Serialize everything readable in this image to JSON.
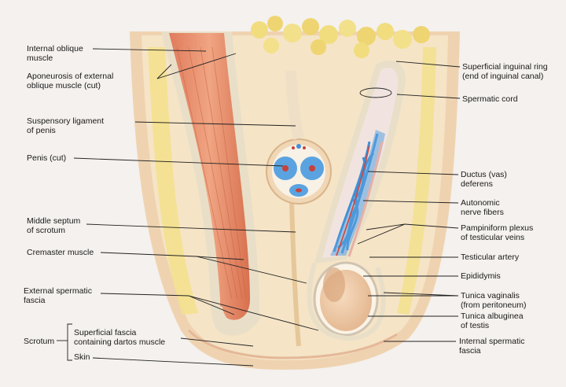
{
  "labels": {
    "internal_oblique": "Internal oblique\nmuscle",
    "aponeurosis": "Aponeurosis of external\noblique muscle (cut)",
    "suspensory": "Suspensory ligament\nof penis",
    "penis": "Penis (cut)",
    "middle_septum": "Middle septum\nof scrotum",
    "cremaster": "Cremaster muscle",
    "ext_spermatic": "External spermatic\nfascia",
    "scrotum": "Scrotum",
    "superficial_fascia": "Superficial fascia\ncontaining dartos muscle",
    "skin": "Skin",
    "superficial_ring": "Superficial inguinal ring\n(end of inguinal canal)",
    "spermatic_cord": "Spermatic cord",
    "ductus": "Ductus (vas)\ndeferens",
    "autonomic": "Autonomic\nnerve fibers",
    "pampiniform": "Pampiniform plexus\nof testicular veins",
    "testicular_artery": "Testicular artery",
    "epididymis": "Epididymis",
    "tunica_vaginalis": "Tunica vaginalis\n(from peritoneum)",
    "tunica_albuginea": "Tunica albuginea\nof testis",
    "int_spermatic": "Internal spermatic\nfascia"
  },
  "colors": {
    "skin": "#f2d9b8",
    "fat": "#f3e08a",
    "muscle": "#e58b6a",
    "vein": "#3f8fd8",
    "artery": "#d2453a",
    "fascia": "#e9e2cf"
  }
}
